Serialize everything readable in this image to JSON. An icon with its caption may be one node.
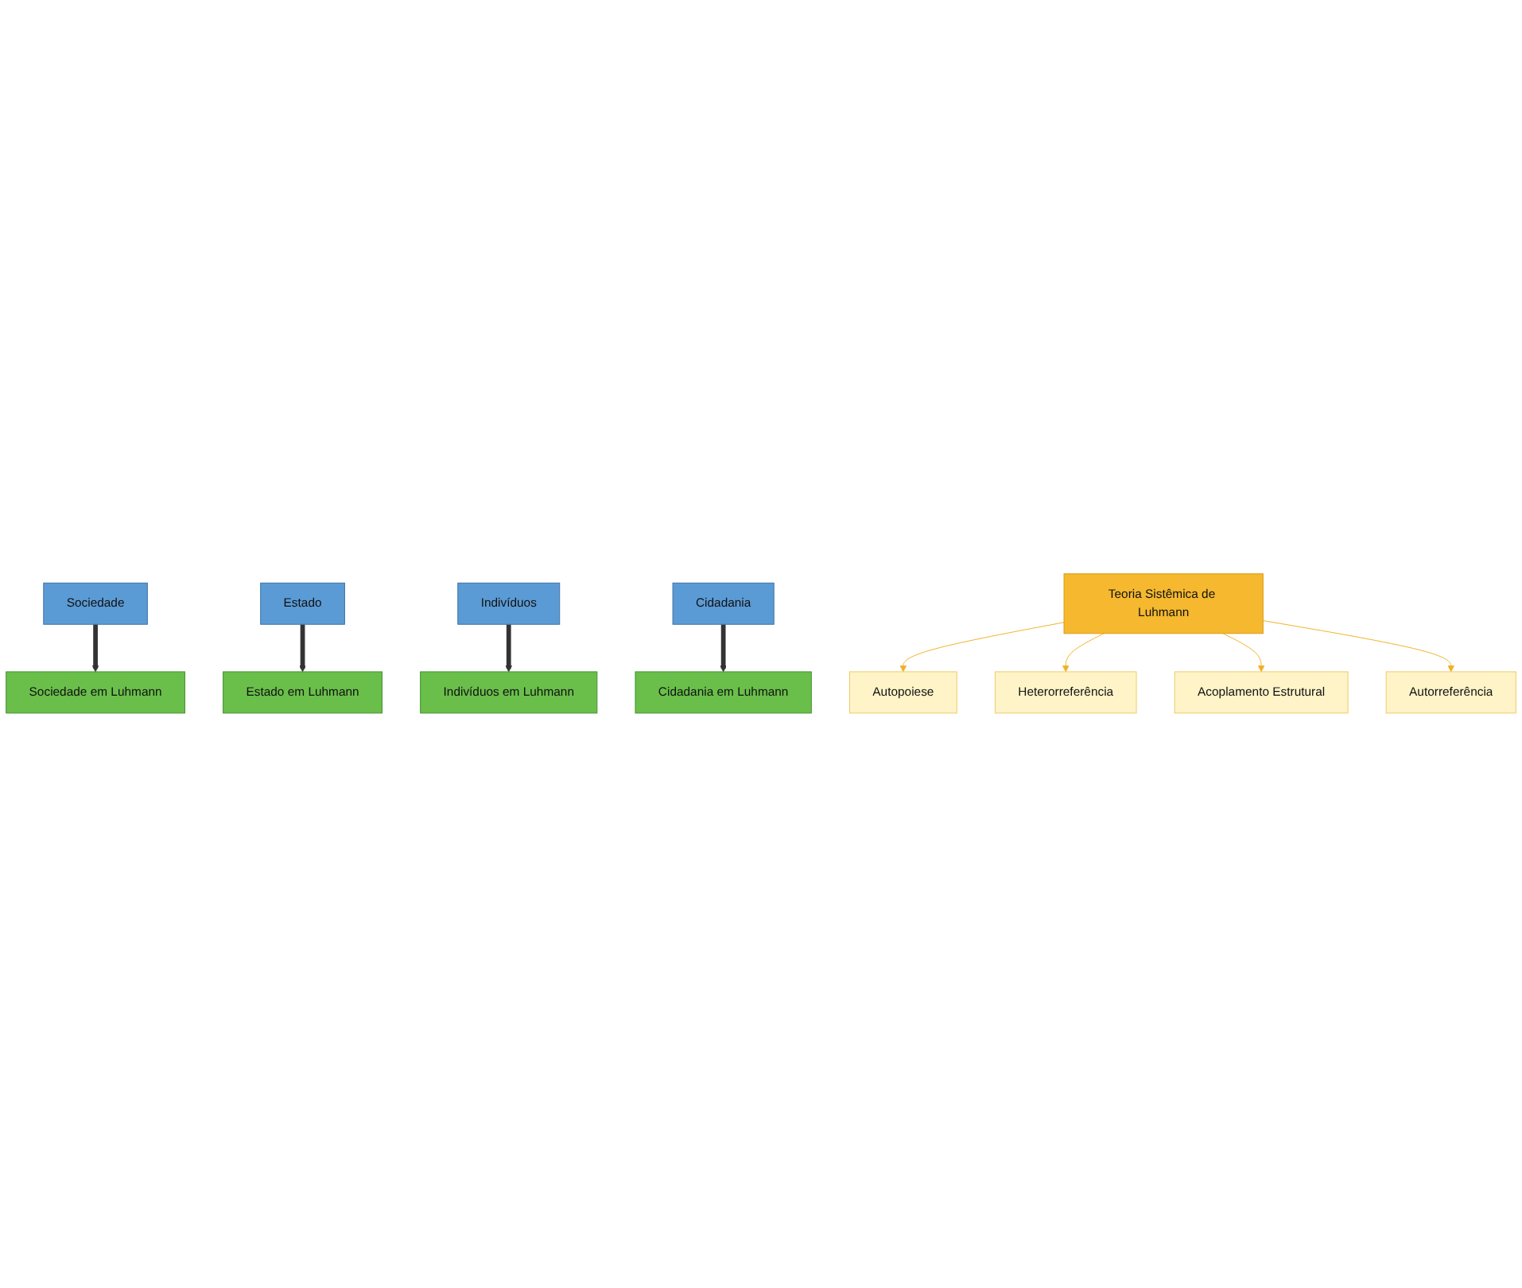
{
  "diagram": {
    "nodes": [
      {
        "text": [
          "Sociedade"
        ]
      },
      {
        "text": [
          "Estado"
        ]
      },
      {
        "text": [
          "Indivíduos"
        ]
      },
      {
        "text": [
          "Cidadania"
        ]
      },
      {
        "text": [
          "Teoria Sistêmica de Luhmann"
        ]
      },
      {
        "text": [
          "Autopoiese"
        ]
      },
      {
        "text": [
          "Heterorreferência"
        ]
      },
      {
        "text": [
          "Acoplamento Estrutural"
        ]
      },
      {
        "text": [
          "Autorreferência"
        ]
      },
      {
        "text": [
          "Sociedade em Luhmann"
        ]
      },
      {
        "text": [
          "Estado em Luhmann"
        ]
      },
      {
        "text": [
          "Indivíduos em Luhmann"
        ]
      },
      {
        "text": [
          "Cidadania em Luhmann"
        ]
      }
    ],
    "edges": [
      {
        "from": 0,
        "to": 9,
        "arrow": "to",
        "style": "thick"
      },
      {
        "from": 1,
        "to": 10,
        "arrow": "to",
        "style": "thick"
      },
      {
        "from": 2,
        "to": 11,
        "arrow": "to",
        "style": "thick"
      },
      {
        "from": 3,
        "to": 12,
        "arrow": "to",
        "style": "thick"
      },
      {
        "from": 4,
        "to": 5,
        "arrow": "to",
        "color": "#f0b020"
      },
      {
        "from": 4,
        "to": 6,
        "arrow": "to",
        "color": "#f0b020"
      },
      {
        "from": 4,
        "to": 7,
        "arrow": "to",
        "color": "#f0b020"
      },
      {
        "from": 4,
        "to": 8,
        "arrow": "to",
        "color": "#f0b020"
      }
    ]
  }
}
